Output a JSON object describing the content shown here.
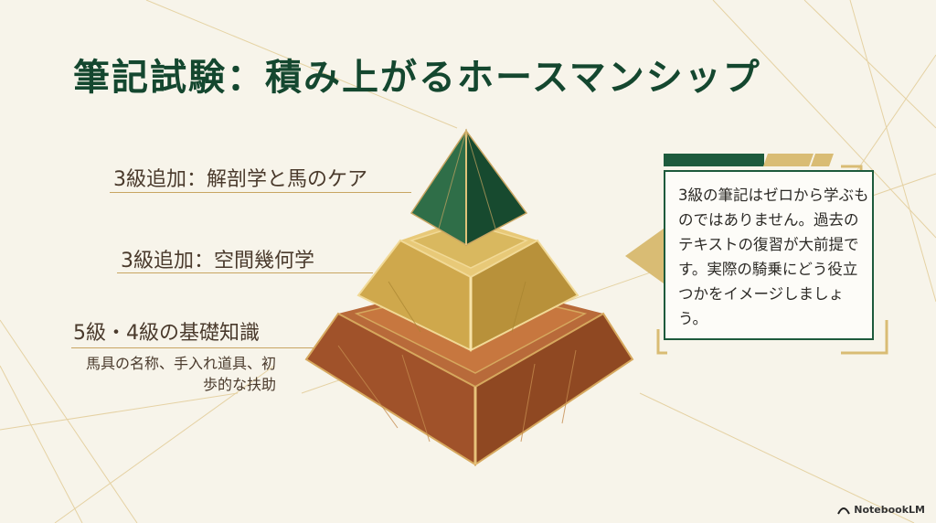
{
  "title": "筆記試験：積み上がるホースマンシップ",
  "levels": {
    "top": "3級追加：解剖学と馬のケア",
    "middle": "3級追加：空間幾何学",
    "bottom": "5級・4級の基礎知識",
    "bottom_detail": "馬具の名称、手入れ道具、初歩的な扶助"
  },
  "callout": {
    "text": "3級の筆記はゼロから学ぶものではありません。過去のテキストの復習が大前提です。実際の騎乗にどう役立つかをイメージしましょう。"
  },
  "brand": "NotebookLM",
  "colors": {
    "title": "#14472f",
    "apex": "#1f5a3a",
    "middle_tier": "#d7b45a",
    "base_tier": "#a55a2e",
    "accent_gold": "#c8a562"
  }
}
